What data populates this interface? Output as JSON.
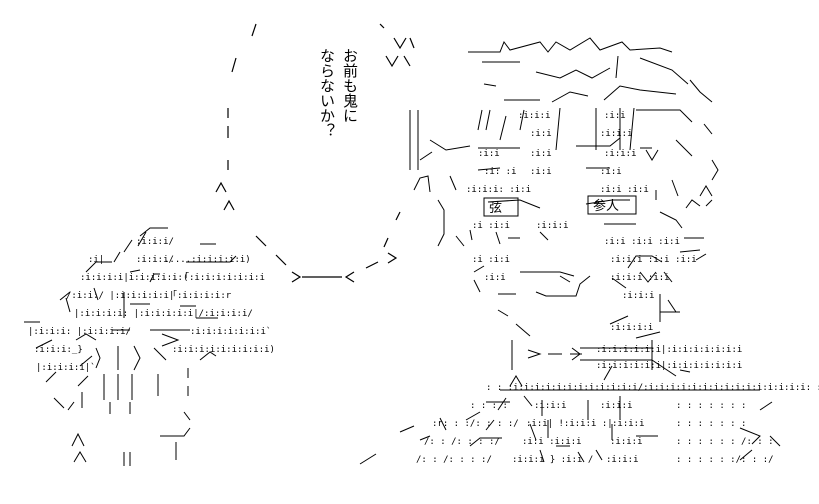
{
  "speech_bubble": {
    "line_1": "お前も鬼に",
    "line_2": "ならないか？"
  },
  "demon_figure": {
    "left_eye_label": "弦",
    "right_eye_label": "参人"
  },
  "colors": {
    "ink": "#000000",
    "background": "#ffffff"
  }
}
